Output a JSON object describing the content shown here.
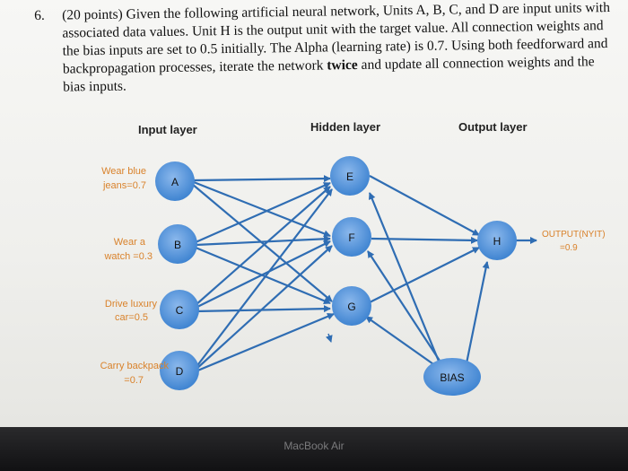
{
  "question": {
    "number": "6.",
    "text_before": "(20 points) Given the following artificial neural network, Units A, B, C, and D are input units with associated data values. Unit H is the output unit with the target value. All connection weights and the bias inputs are set to 0.5 initially. The Alpha (learning rate) is 0.7. Using both feedforward and backpropagation processes, iterate the network ",
    "bold_word": "twice",
    "text_after": " and update all connection weights and the bias inputs."
  },
  "layers": {
    "input": "Input layer",
    "hidden": "Hidden layer",
    "output": "Output layer"
  },
  "inputs": [
    {
      "node": "A",
      "label_line1": "Wear blue",
      "label_line2": "jeans=0.7"
    },
    {
      "node": "B",
      "label_line1": "Wear a",
      "label_line2": "watch =0.3"
    },
    {
      "node": "C",
      "label_line1": "Drive luxury",
      "label_line2": "car=0.5"
    },
    {
      "node": "D",
      "label_line1": "Carry backpack",
      "label_line2": "=0.7"
    }
  ],
  "hidden": [
    "E",
    "F",
    "G"
  ],
  "output": {
    "node": "H",
    "label_line1": "OUTPUT(NYIT)",
    "label_line2": "=0.9"
  },
  "bias": "BIAS",
  "footer": "MacBook Air",
  "colors": {
    "node_fill": "#4a90d9",
    "edge": "#2f6db3",
    "label_orange": "#d9822b",
    "layer_title": "#222222"
  }
}
